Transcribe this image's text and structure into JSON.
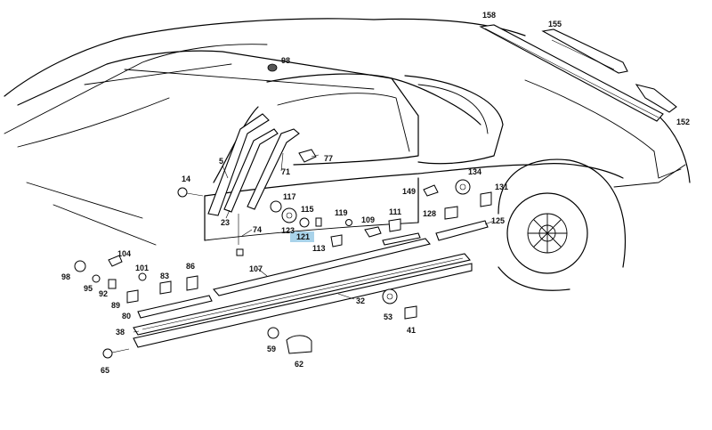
{
  "diagram": {
    "highlight_color": "#a9d3ea",
    "highlighted_part": "121",
    "parts": [
      {
        "num": "158"
      },
      {
        "num": "155"
      },
      {
        "num": "152"
      },
      {
        "num": "98"
      },
      {
        "num": "77"
      },
      {
        "num": "5"
      },
      {
        "num": "71"
      },
      {
        "num": "14"
      },
      {
        "num": "23"
      },
      {
        "num": "117"
      },
      {
        "num": "115"
      },
      {
        "num": "123"
      },
      {
        "num": "121"
      },
      {
        "num": "119"
      },
      {
        "num": "109"
      },
      {
        "num": "111"
      },
      {
        "num": "113"
      },
      {
        "num": "74"
      },
      {
        "num": "149"
      },
      {
        "num": "134"
      },
      {
        "num": "131"
      },
      {
        "num": "128"
      },
      {
        "num": "125"
      },
      {
        "num": "104"
      },
      {
        "num": "98"
      },
      {
        "num": "101"
      },
      {
        "num": "83"
      },
      {
        "num": "86"
      },
      {
        "num": "95"
      },
      {
        "num": "92"
      },
      {
        "num": "89"
      },
      {
        "num": "80"
      },
      {
        "num": "107"
      },
      {
        "num": "32"
      },
      {
        "num": "53"
      },
      {
        "num": "41"
      },
      {
        "num": "38"
      },
      {
        "num": "59"
      },
      {
        "num": "65"
      },
      {
        "num": "62"
      }
    ]
  }
}
